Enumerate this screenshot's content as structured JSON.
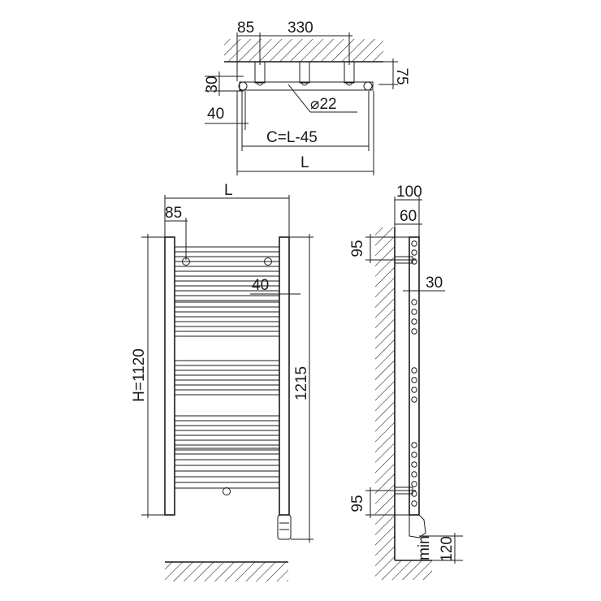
{
  "top_view": {
    "dim_bracket_offset": "85",
    "dim_bracket_spacing": "330",
    "dim_wall_depth": "75",
    "dim_bracket_height": "30",
    "dim_side_offset": "40",
    "dim_pipe_diameter": "⌀22",
    "dim_center_distance": "C=L-45",
    "dim_width": "L"
  },
  "front_view": {
    "dim_width": "L",
    "dim_left_offset": "85",
    "dim_right_offset": "40",
    "dim_height": "H=1120",
    "dim_total_height": "1215"
  },
  "side_view": {
    "dim_depth_outer": "100",
    "dim_depth_inner": "60",
    "dim_top_bracket": "95",
    "dim_tube_diameter": "30",
    "dim_bottom_bracket": "95",
    "dim_min_floor": "120",
    "label_min": "min"
  }
}
